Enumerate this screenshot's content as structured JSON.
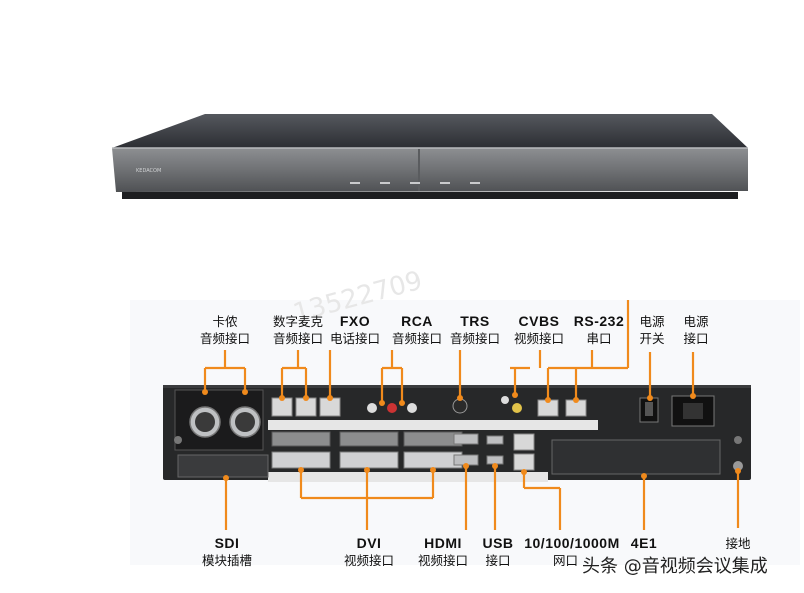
{
  "top_labels": [
    {
      "id": "canon",
      "line1": "卡侬",
      "line2": "音频接口"
    },
    {
      "id": "digital-mic",
      "line1": "数字麦克",
      "line2": "音频接口"
    },
    {
      "id": "fxo",
      "line1": "FXO",
      "line2": "电话接口"
    },
    {
      "id": "rca",
      "line1": "RCA",
      "line2": "音频接口"
    },
    {
      "id": "trs",
      "line1": "TRS",
      "line2": "音频接口"
    },
    {
      "id": "cvbs",
      "line1": "CVBS",
      "line2": "视频接口"
    },
    {
      "id": "rs232",
      "line1": "RS-232",
      "line2": "串口"
    },
    {
      "id": "power-switch",
      "line1": "电源",
      "line2": "开关"
    },
    {
      "id": "power-port",
      "line1": "电源",
      "line2": "接口"
    }
  ],
  "bottom_labels": [
    {
      "id": "sdi",
      "line1": "SDI",
      "line2": "模块插槽"
    },
    {
      "id": "dvi",
      "line1": "DVI",
      "line2": "视频接口"
    },
    {
      "id": "hdmi",
      "line1": "HDMI",
      "line2": "视频接口"
    },
    {
      "id": "usb",
      "line1": "USB",
      "line2": "接口"
    },
    {
      "id": "ethernet",
      "line1": "10/100/1000M",
      "line2": "网口"
    },
    {
      "id": "e1",
      "line1": "4E1",
      "line2": ""
    },
    {
      "id": "ground",
      "line1": "",
      "line2": "接地"
    }
  ],
  "device": {
    "brand_text": "KEDACOM"
  },
  "watermark": {
    "text": "头条 @音视频会议集成"
  },
  "faint_watermark": {
    "text": "13522709"
  },
  "colors": {
    "accent": "#f08a1c",
    "chassis": "#2b2b2b",
    "panel": "#1c1c1c"
  }
}
